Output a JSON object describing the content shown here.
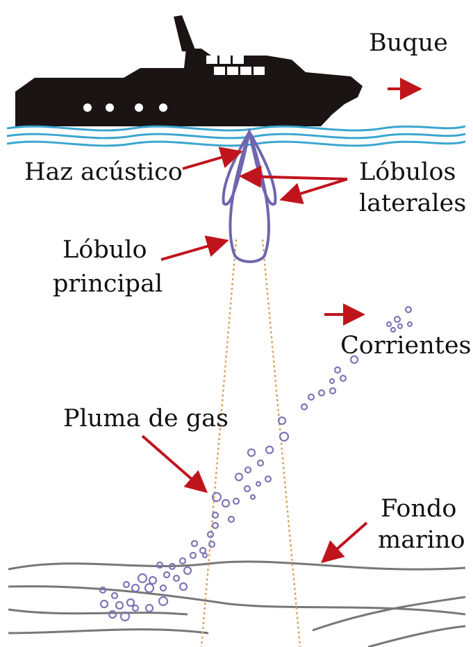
{
  "labels": {
    "vessel": "Buque",
    "acoustic_beam": "Haz acústico",
    "side_lobes_line1": "Lóbulos",
    "side_lobes_line2": "laterales",
    "main_lobe_line1": "Lóbulo",
    "main_lobe_line2": "principal",
    "currents": "Corrientes",
    "gas_plume": "Pluma de gas",
    "seafloor_line1": "Fondo",
    "seafloor_line2": "marino"
  },
  "colors": {
    "vessel": "#1a1414",
    "water": "#3aa6d0",
    "lobes": "#6f66ae",
    "bubbles": "#7c77b8",
    "beam": "#d9a05a",
    "arrows": "#c0141c",
    "seafloor": "#777777",
    "text": "#111111"
  }
}
